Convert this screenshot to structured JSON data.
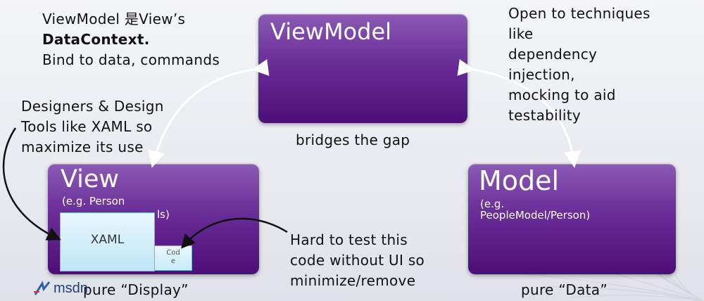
{
  "viewmodel_box": {
    "title": "ViewModel",
    "caption": "bridges the gap"
  },
  "view_box": {
    "title": "View",
    "sub_line1": "(e.g. Person",
    "sub_line2": "ls)",
    "caption": "pure “Display”"
  },
  "model_box": {
    "title": "Model",
    "sub_line1": "(e.g.",
    "sub_line2": "PeopleModel/Person)",
    "caption": "pure “Data”"
  },
  "xaml_label": "XAML",
  "code_label": [
    "Cod",
    "e"
  ],
  "notes": {
    "top_left": [
      "ViewModel 是View’s",
      "DataContext.",
      "Bind to data, commands"
    ],
    "designers": [
      "Designers & Design",
      "Tools like XAML so",
      "maximize its use"
    ],
    "top_right": [
      "Open to techniques",
      "like",
      "dependency",
      "injection,",
      "mocking to aid",
      "testability"
    ],
    "hard_to_test": [
      "Hard to test this",
      "code without UI so",
      "minimize/remove"
    ]
  },
  "logo": "msdn",
  "colors": {
    "box_top": "#8b5bb5",
    "box_bottom": "#4c0f77",
    "code_box": "#bfe6f6",
    "arrow": "#ffffff"
  }
}
